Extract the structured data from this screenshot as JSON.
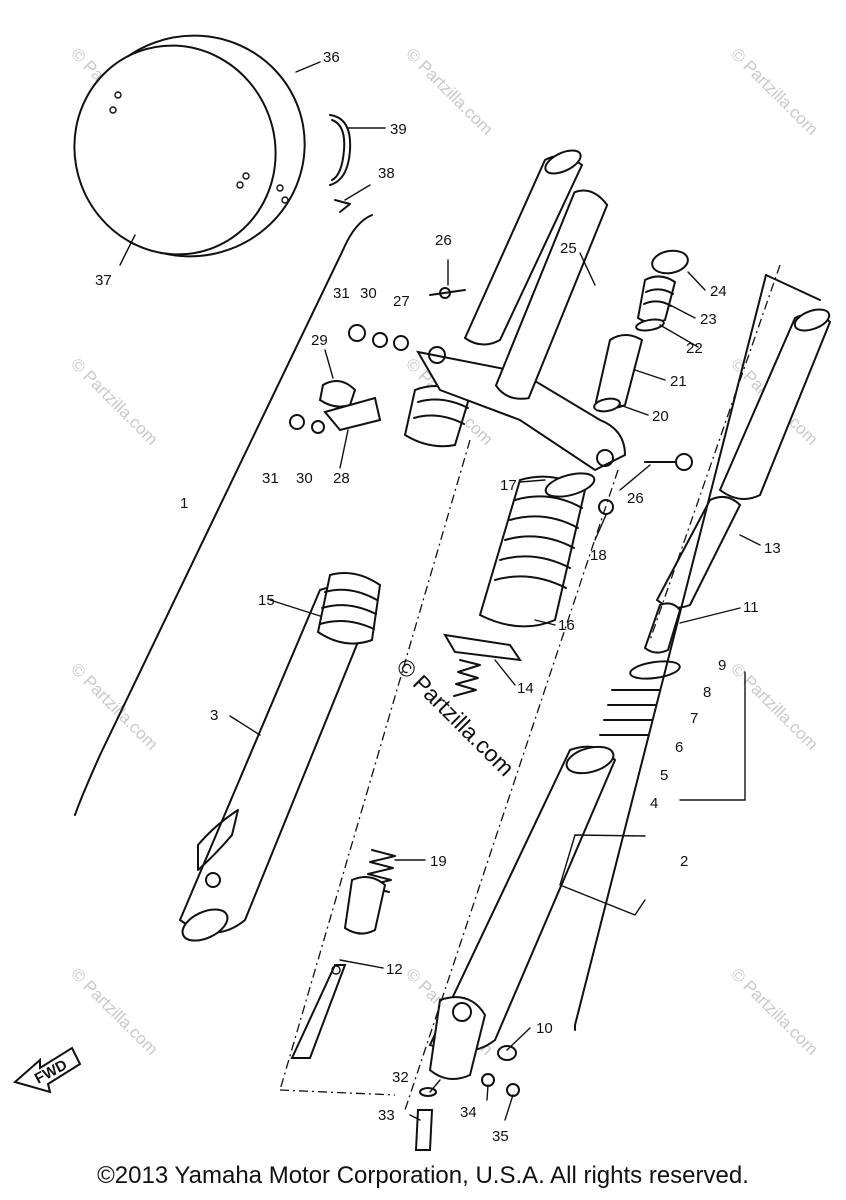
{
  "diagram": {
    "watermark_small": "© Partzilla.com",
    "watermark_big": "© Partzilla.com",
    "fwd_label": "FWD",
    "callouts": [
      {
        "id": "c1",
        "text": "1"
      },
      {
        "id": "c2",
        "text": "2"
      },
      {
        "id": "c3",
        "text": "3"
      },
      {
        "id": "c4",
        "text": "4"
      },
      {
        "id": "c5",
        "text": "5"
      },
      {
        "id": "c6",
        "text": "6"
      },
      {
        "id": "c7",
        "text": "7"
      },
      {
        "id": "c8",
        "text": "8"
      },
      {
        "id": "c9",
        "text": "9"
      },
      {
        "id": "c10",
        "text": "10"
      },
      {
        "id": "c11",
        "text": "11"
      },
      {
        "id": "c12",
        "text": "12"
      },
      {
        "id": "c13",
        "text": "13"
      },
      {
        "id": "c14",
        "text": "14"
      },
      {
        "id": "c15",
        "text": "15"
      },
      {
        "id": "c16",
        "text": "16"
      },
      {
        "id": "c17",
        "text": "17"
      },
      {
        "id": "c18",
        "text": "18"
      },
      {
        "id": "c19",
        "text": "19"
      },
      {
        "id": "c20",
        "text": "20"
      },
      {
        "id": "c21",
        "text": "21"
      },
      {
        "id": "c22",
        "text": "22"
      },
      {
        "id": "c23",
        "text": "23"
      },
      {
        "id": "c24",
        "text": "24"
      },
      {
        "id": "c25",
        "text": "25"
      },
      {
        "id": "c26a",
        "text": "26"
      },
      {
        "id": "c26b",
        "text": "26"
      },
      {
        "id": "c27",
        "text": "27"
      },
      {
        "id": "c28",
        "text": "28"
      },
      {
        "id": "c29",
        "text": "29"
      },
      {
        "id": "c30a",
        "text": "30"
      },
      {
        "id": "c30b",
        "text": "30"
      },
      {
        "id": "c31a",
        "text": "31"
      },
      {
        "id": "c31b",
        "text": "31"
      },
      {
        "id": "c32",
        "text": "32"
      },
      {
        "id": "c33",
        "text": "33"
      },
      {
        "id": "c34",
        "text": "34"
      },
      {
        "id": "c35",
        "text": "35"
      },
      {
        "id": "c36",
        "text": "36"
      },
      {
        "id": "c37",
        "text": "37"
      },
      {
        "id": "c38",
        "text": "38"
      },
      {
        "id": "c39",
        "text": "39"
      }
    ]
  },
  "footer": {
    "copyright": "©2013 Yamaha Motor Corporation, U.S.A. All rights reserved."
  }
}
